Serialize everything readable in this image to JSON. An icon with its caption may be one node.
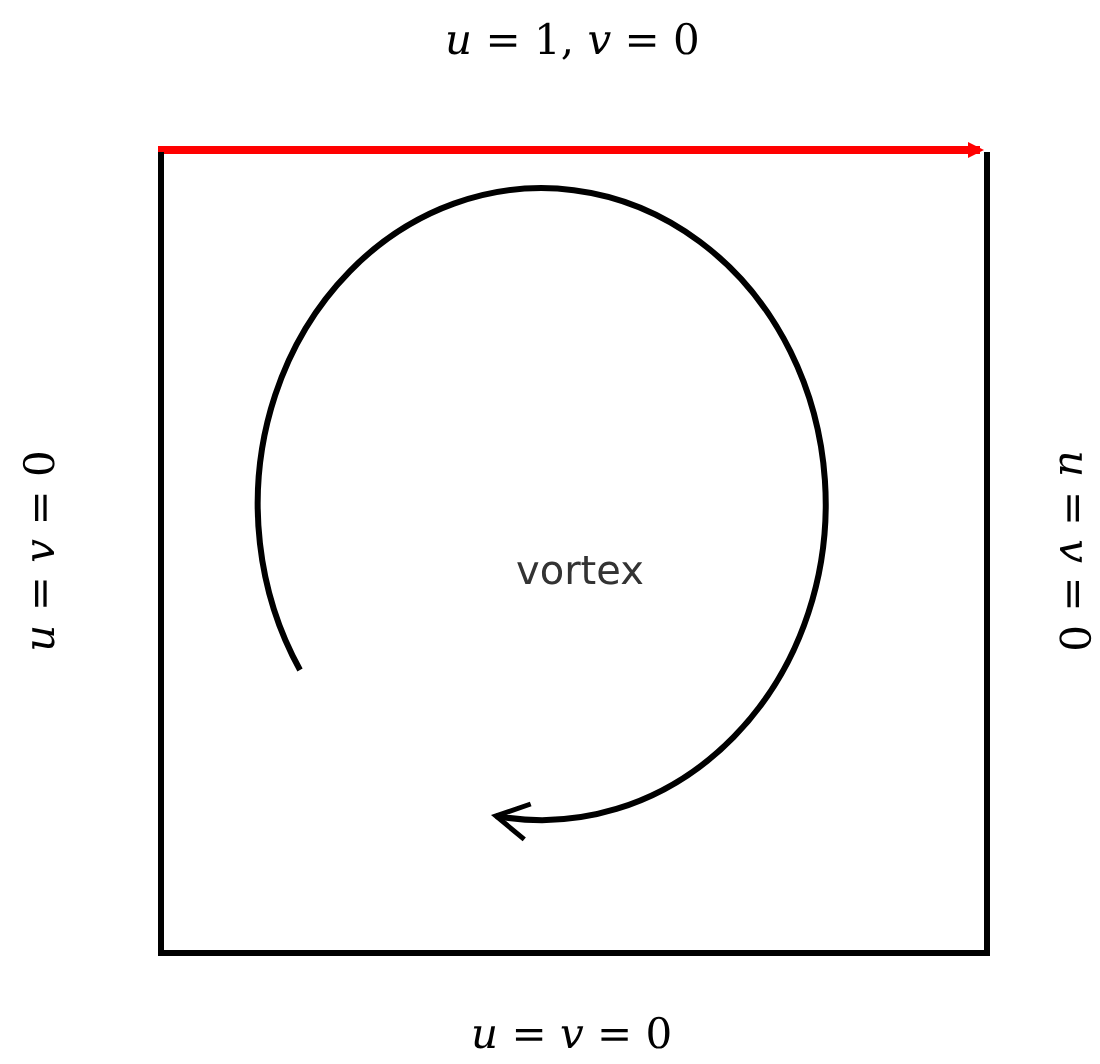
{
  "diagram": {
    "nodes": [
      {
        "text": [
          "vortex"
        ]
      }
    ],
    "edges": [],
    "labels": [
      "*u* = 1, *v* = 0",
      "*u* = *v* = 0",
      "*u* = *v* = 0",
      "*u* = *v* = 0"
    ]
  }
}
